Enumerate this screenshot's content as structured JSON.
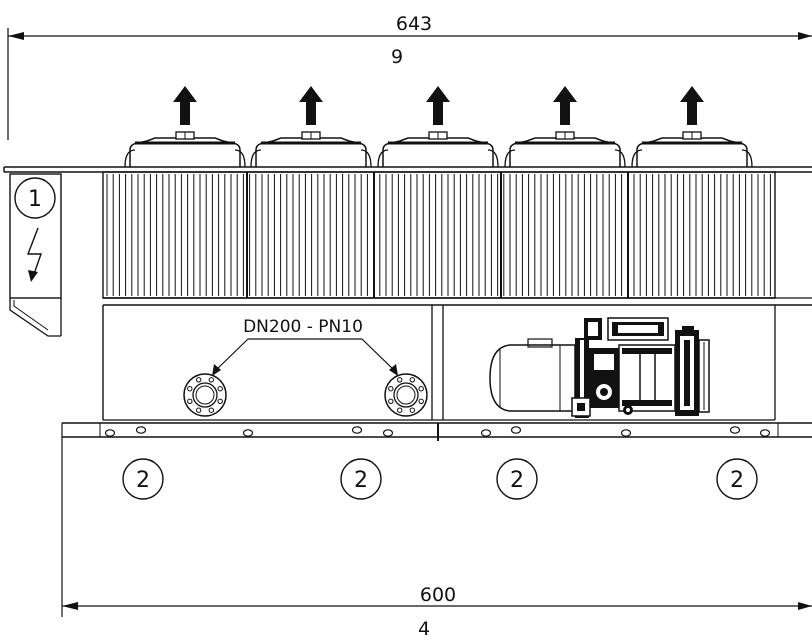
{
  "dimensions": {
    "top": {
      "value": "643",
      "sub": "9"
    },
    "bottom": {
      "value": "600",
      "sub": "4"
    }
  },
  "flange_label": "DN200 - PN10",
  "callouts": [
    "1",
    "2",
    "2",
    "2",
    "2"
  ],
  "electrical_symbol": "⚡",
  "fan_count": 5,
  "colors": {
    "line": "#111111",
    "background": "#ffffff"
  },
  "icons": [
    "airflow-arrow-icon",
    "lightning-bolt-icon",
    "flange-icon",
    "compressor-icon"
  ]
}
